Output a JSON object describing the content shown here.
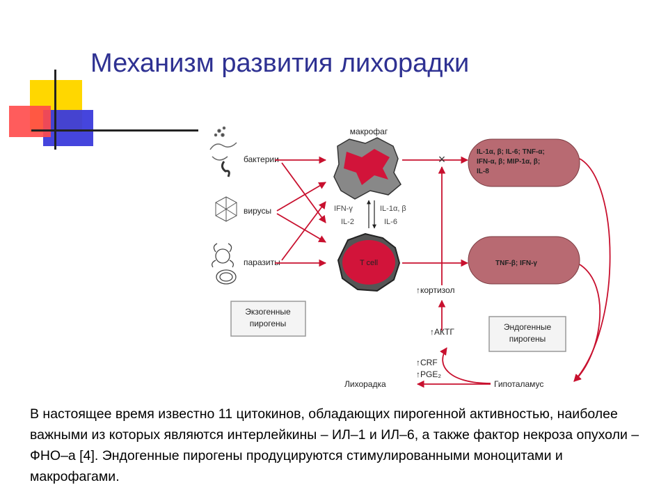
{
  "slide": {
    "title": "Механизм развития лихорадки",
    "caption": "В настоящее время известно 11 цитокинов, обладающих пирогенной активностью, наиболее важными из которых являются интерлейкины – ИЛ–1 и ИЛ–6, а также фактор некроза опухоли – ФНО–а [4]. Эндогенные пирогены продуцируются стимулированными моноцитами и макрофагами."
  },
  "diagram": {
    "macrophage_label": "макрофаг",
    "tcell_label": "T cell",
    "bacteria_label": "бактерии",
    "viruses_label": "вирусы",
    "parasites_label": "паразиты",
    "exogenous_line1": "Экзогенные",
    "exogenous_line2": "пирогены",
    "endogenous_line1": "Эндогенные",
    "endogenous_line2": "пирогены",
    "cytokine_left_1": "IFN-γ",
    "cytokine_left_2": "IL-2",
    "cytokine_right_1": "IL-1α, β",
    "cytokine_right_2": "IL-6",
    "pill1_line1": "IL-1α, β; IL-6; TNF-α;",
    "pill1_line2": "IFN-α, β; MIP-1α, β;",
    "pill1_line3": "IL-8",
    "pill2_text": "TNF-β; IFN-γ",
    "cortisol": "↑кортизол",
    "acth": "↑АКТГ",
    "crf": "↑CRF",
    "pge2": "↑PGE₂",
    "fever": "Лихорадка",
    "hypothalamus": "Гипоталамус",
    "block_mark": "×"
  },
  "colors": {
    "title": "#2e3192",
    "arrow_red": "#c8102e",
    "cell_red": "#d2143a",
    "pill_fill": "#b86a72",
    "deco_yellow": "#ffd700",
    "deco_red": "#ff4040",
    "deco_blue": "#3b3bdb"
  }
}
